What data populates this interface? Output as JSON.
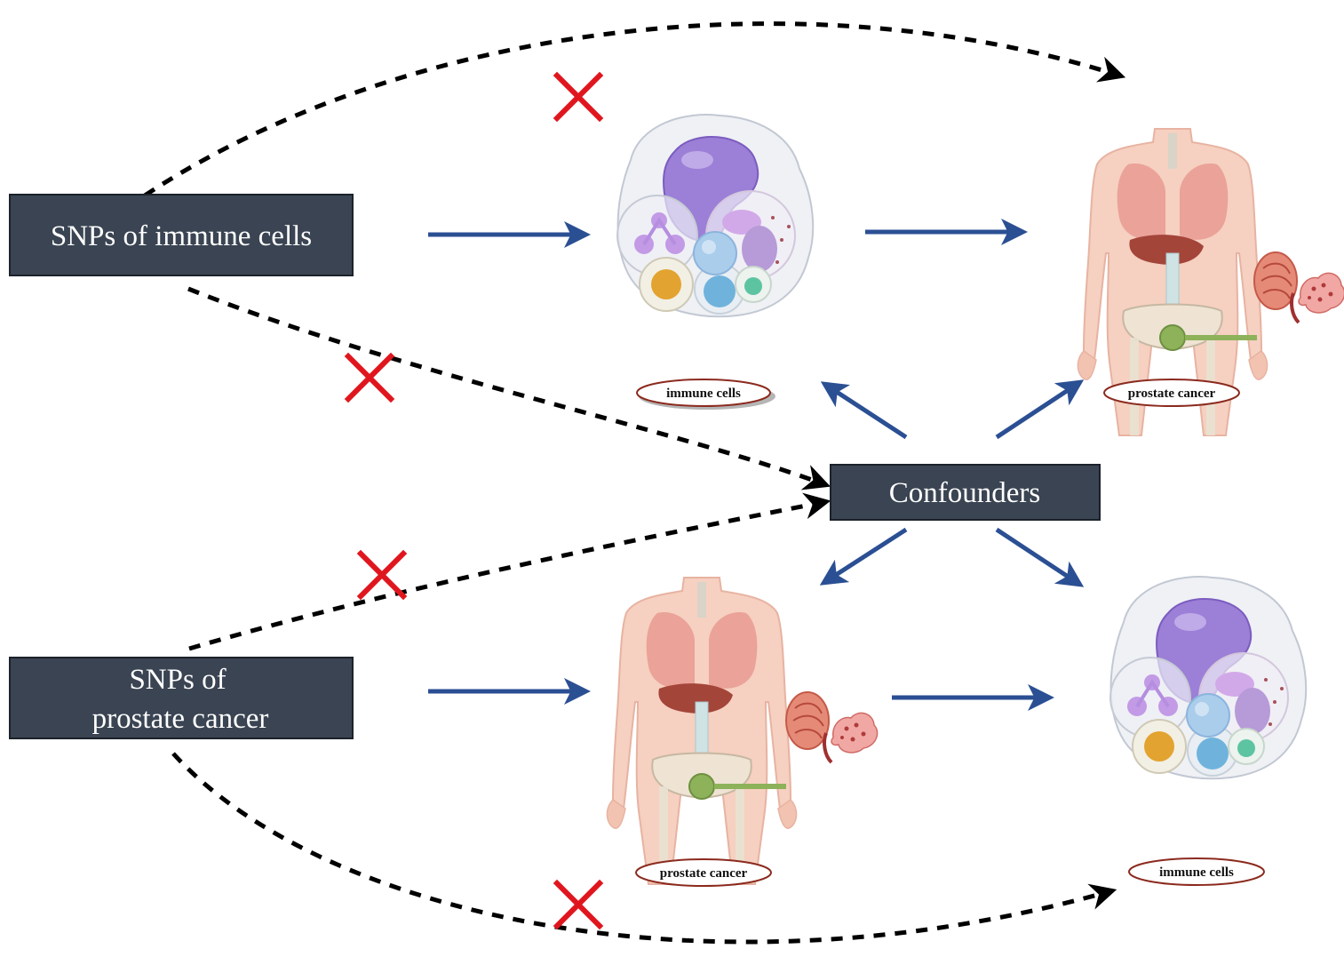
{
  "boxes": {
    "snp_immune": {
      "label": "SNPs of immune cells"
    },
    "snp_prostate": {
      "line1": "SNPs of",
      "line2": "prostate cancer"
    },
    "confounders": {
      "label": "Confounders"
    }
  },
  "labels": {
    "top_immune": "immune cells",
    "top_prostate": "prostate cancer",
    "bottom_prostate": "prostate cancer",
    "bottom_immune": "immune cells"
  },
  "icons": {
    "immune_cluster": "immune-cell-cluster-illustration",
    "human_body": "human-body-anatomy-illustration",
    "prostate": "prostate-organ-illustration",
    "tumor": "tumor-tissue-illustration",
    "no_effect": "red-cross-icon"
  },
  "colors": {
    "box_fill": "#3a4452",
    "solid_arrow": "#2b4f93",
    "dashed_arrow": "#000000",
    "cross": "#e0161e",
    "pill_border": "#8b2a1e"
  }
}
